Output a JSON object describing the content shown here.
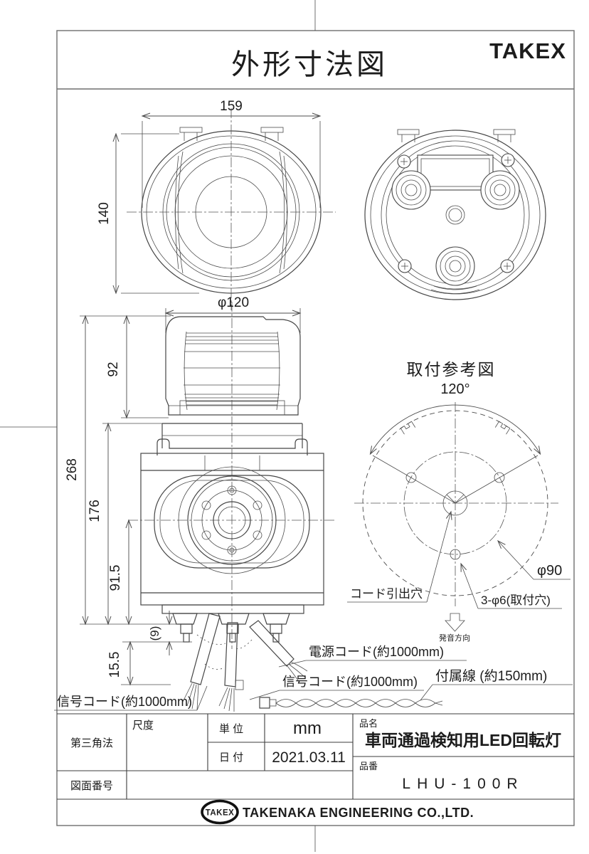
{
  "header": {
    "title": "外形寸法図",
    "brand": "TAKEX"
  },
  "dims": {
    "width159": "159",
    "height140": "140",
    "dia120": "φ120",
    "dome92": "92",
    "total268": "268",
    "body176": "176",
    "center915": "91.5",
    "stud9": "(9)",
    "cord155": "15.5"
  },
  "mounting": {
    "title": "取付参考図",
    "angle": "120°",
    "dia90": "φ90",
    "cord_hole": "コード引出穴",
    "mount_holes": "3-φ6(取付穴)",
    "sound_dir": "発音方向"
  },
  "cords": {
    "power": "電源コード(約1000mm)",
    "signal_right": "信号コード(約1000mm)",
    "signal_left": "信号コード(約1000mm)",
    "accessory": "付属線 (約150mm)"
  },
  "title_block": {
    "projection": "第三角法",
    "drawing_no_label": "図面番号",
    "scale_label": "尺度",
    "unit_label": "単 位",
    "unit_value": "mm",
    "date_label": "日 付",
    "date_value": "2021.03.11",
    "name_label": "品名",
    "name_value": "車両通過検知用LED回転灯",
    "number_label": "品番",
    "number_value": "LHU-100R"
  },
  "footer": {
    "logo": "TAKEX",
    "company": "TAKENAKA ENGINEERING CO.,LTD."
  }
}
